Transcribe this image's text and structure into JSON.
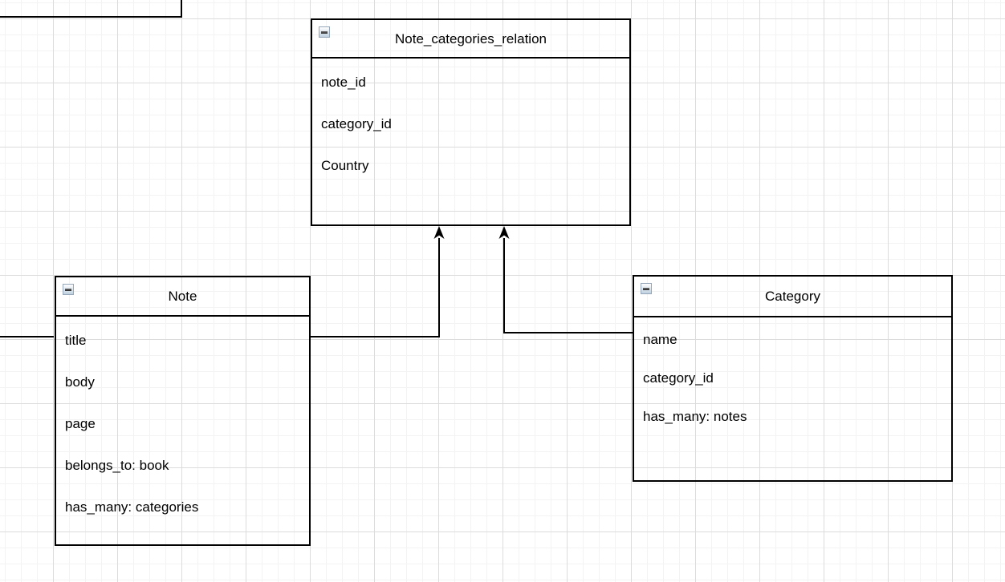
{
  "canvas": {
    "background_color": "#ffffff",
    "grid_minor_color": "#f3f3f3",
    "grid_major_color": "#dcdcdc",
    "stroke_color": "#000000"
  },
  "entities": {
    "relation": {
      "title": "Note_categories_relation",
      "fields": [
        "note_id",
        "category_id",
        "Country"
      ]
    },
    "note": {
      "title": "Note",
      "fields": [
        "title",
        "body",
        "page",
        "belongs_to: book",
        "has_many: categories"
      ]
    },
    "category": {
      "title": "Category",
      "fields": [
        "name",
        "category_id",
        "has_many: notes"
      ]
    }
  },
  "icons": {
    "collapse": "minus-icon"
  },
  "connectors": [
    {
      "name": "note-to-relation",
      "from": "Note",
      "to": "Note_categories_relation",
      "arrow": "classic"
    },
    {
      "name": "category-to-relation",
      "from": "Category",
      "to": "Note_categories_relation",
      "arrow": "classic"
    },
    {
      "name": "offscreen-left-to-note",
      "to": "Note",
      "arrow": "none"
    }
  ]
}
